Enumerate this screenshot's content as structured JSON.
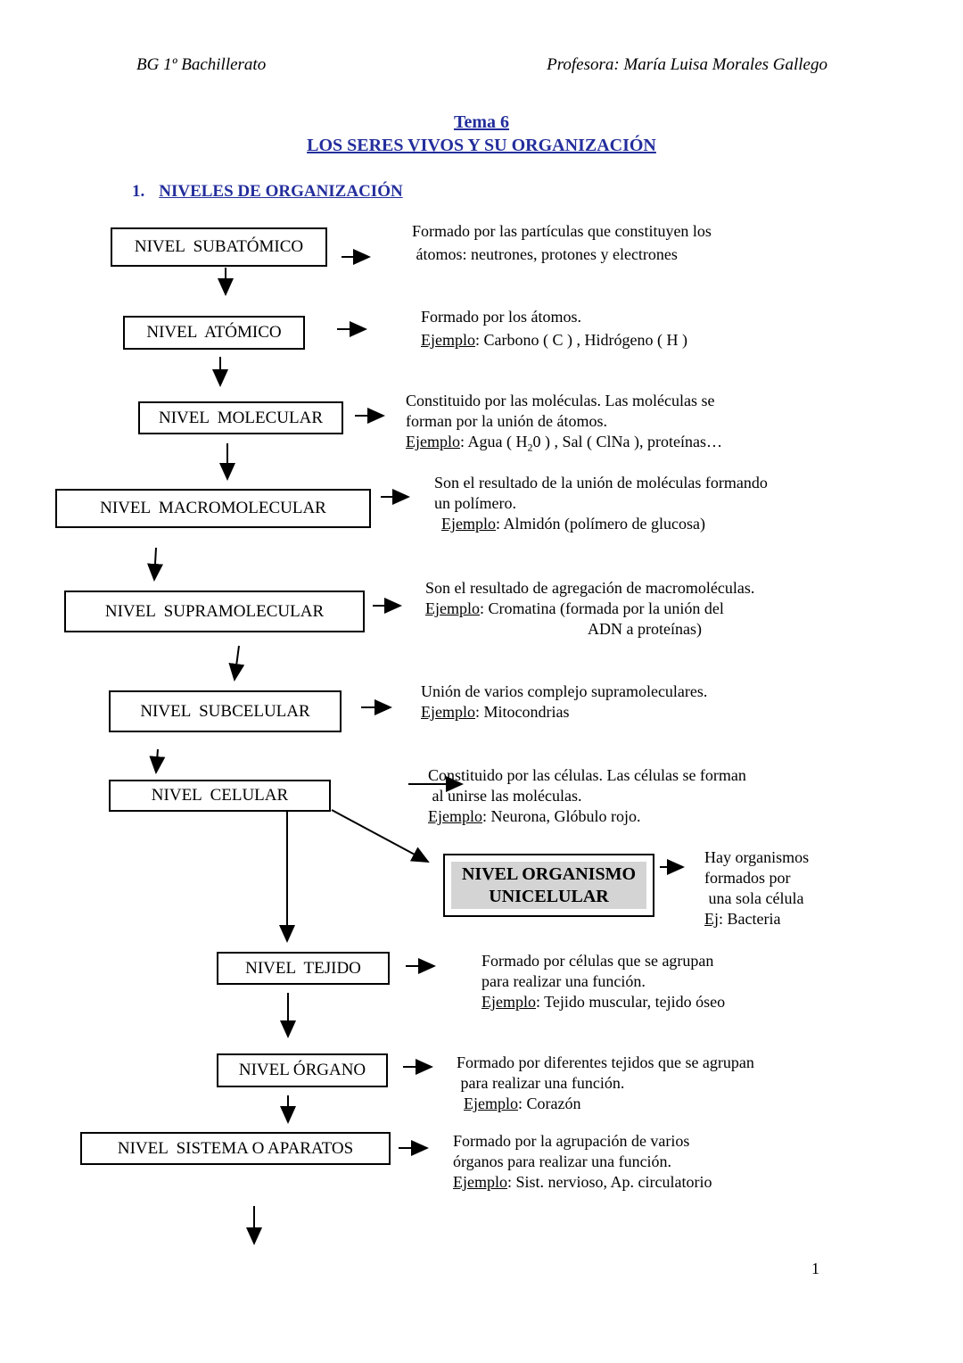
{
  "header": {
    "left": "BG 1º Bachillerato",
    "right": "Profesora: María Luisa Morales Gallego"
  },
  "title": {
    "line1": "Tema 6",
    "line2": "LOS SERES VIVOS Y SU ORGANIZACIÓN"
  },
  "section": {
    "number": "1.",
    "heading": "NIVELES DE ORGANIZACIÓN"
  },
  "colors": {
    "heading_blue": "#232e9c",
    "box_fill_gray": "#d4d4d4"
  },
  "nodes": [
    {
      "label": "NIVEL  SUBATÓMICO",
      "desc": [
        "Formado por las partículas que constituyen los",
        " átomos: neutrones, protones y electrones"
      ]
    },
    {
      "label": "NIVEL  ATÓMICO",
      "desc": [
        "Formado por los átomos."
      ],
      "ej": {
        "label": "Ejemplo",
        "text": ": Carbono ( C ) , Hidrógeno ( H )"
      }
    },
    {
      "label": "NIVEL  MOLECULAR",
      "desc": [
        "Constituido por las moléculas. Las moléculas se",
        "forman por la unión de átomos."
      ],
      "ej": {
        "label": "Ejemplo",
        "a": ": Agua ( H",
        "sub": "2",
        "b": "0 ) , Sal ( ClNa ), proteínas…"
      }
    },
    {
      "label": "NIVEL  MACROMOLECULAR",
      "desc": [
        "Son el resultado de la unión de moléculas formando",
        "un polímero."
      ],
      "ej": {
        "label": "Ejemplo",
        "text": ": Almidón (polímero de glucosa)"
      }
    },
    {
      "label": "NIVEL  SUPRAMOLECULAR",
      "desc": [
        "Son el resultado de agregación de macromoléculas."
      ],
      "ej": {
        "label": "Ejemplo",
        "text": ": Cromatina (formada por la unión del"
      },
      "extra": "ADN a proteínas)"
    },
    {
      "label": "NIVEL  SUBCELULAR",
      "desc": [
        "Unión de varios complejo supramoleculares."
      ],
      "ej": {
        "label": "Ejemplo",
        "text": ": Mitocondrias"
      }
    },
    {
      "label": "NIVEL  CELULAR",
      "desc": [
        "Constituido por las células. Las células se forman",
        " al unirse las moléculas."
      ],
      "ej": {
        "label": "Ejemplo",
        "text": ": Neurona, Glóbulo rojo."
      }
    },
    {
      "label1": "NIVEL ORGANISMO",
      "label2": "UNICELULAR",
      "desc": [
        "Hay organismos",
        "formados por",
        " una sola célula"
      ],
      "ej": {
        "label": "Ej",
        "text": ": Bacteria"
      }
    },
    {
      "label": "NIVEL  TEJIDO",
      "desc": [
        "Formado por células que se agrupan",
        "para realizar una función."
      ],
      "ej": {
        "label": "Ejemplo",
        "text": ": Tejido muscular, tejido óseo"
      }
    },
    {
      "label": "NIVEL ÓRGANO",
      "desc": [
        "Formado por diferentes tejidos que se agrupan",
        " para realizar una función."
      ],
      "ej": {
        "label": "Ejemplo",
        "text": ": Corazón"
      }
    },
    {
      "label": "NIVEL  SISTEMA O APARATOS",
      "desc": [
        "Formado por la agrupación de varios",
        "órganos para realizar una función."
      ],
      "ej": {
        "label": "Ejemplo",
        "text": ": Sist. nervioso, Ap. circulatorio"
      }
    }
  ],
  "page_number": "1"
}
